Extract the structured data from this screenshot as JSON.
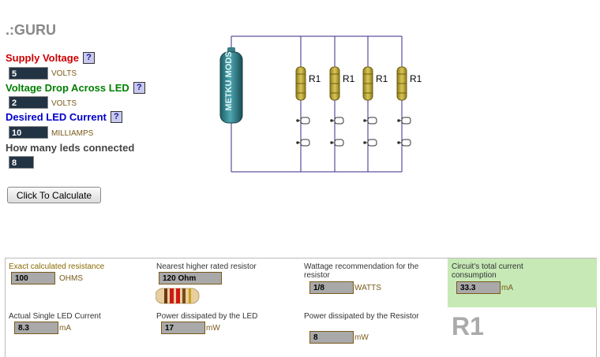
{
  "app": {
    "title": ".:GURU"
  },
  "inputs": {
    "supply_voltage": {
      "label": "Supply Voltage",
      "value": "5",
      "unit": "VOLTS",
      "color": "#cc0000"
    },
    "voltage_drop": {
      "label": "Voltage Drop Across LED",
      "value": "2",
      "unit": "VOLTS",
      "color": "#008000"
    },
    "led_current": {
      "label": "Desired LED Current",
      "value": "10",
      "unit": "MILLIAMPS",
      "color": "#0000cc"
    },
    "led_count": {
      "label": "How many leds connected",
      "value": "8",
      "color": "#444444"
    },
    "help_glyph": "?"
  },
  "calculate_button": {
    "label": "Click To Calculate"
  },
  "circuit": {
    "battery_text": "METKU MODS",
    "resistor_label": "R1",
    "resistor_count": 4
  },
  "results": {
    "exact_resistance": {
      "label": "Exact calculated resistance",
      "value": "100",
      "unit": "OHMS"
    },
    "nearest_resistor": {
      "label": "Nearest higher rated resistor",
      "value": "120 Ohm"
    },
    "wattage": {
      "label": "Wattage recommendation for the resistor",
      "value": "1/8",
      "unit": "WATTS"
    },
    "total_current": {
      "label": "Circuit's total current consumption",
      "value": "33.3",
      "unit": "mA"
    },
    "single_led_current": {
      "label": "Actual Single LED Current",
      "value": "8.3",
      "unit": "mA"
    },
    "power_led": {
      "label": "Power dissipated by the LED",
      "value": "17",
      "unit": "mW"
    },
    "power_resistor": {
      "label": "Power dissipated by the Resistor",
      "value": "8",
      "unit": "mW"
    },
    "resistor_name": "R1"
  },
  "colors": {
    "label_olive": "#8a6a00",
    "result_green_bg": "#c6e9b6",
    "wire": "#3a2a8a"
  }
}
